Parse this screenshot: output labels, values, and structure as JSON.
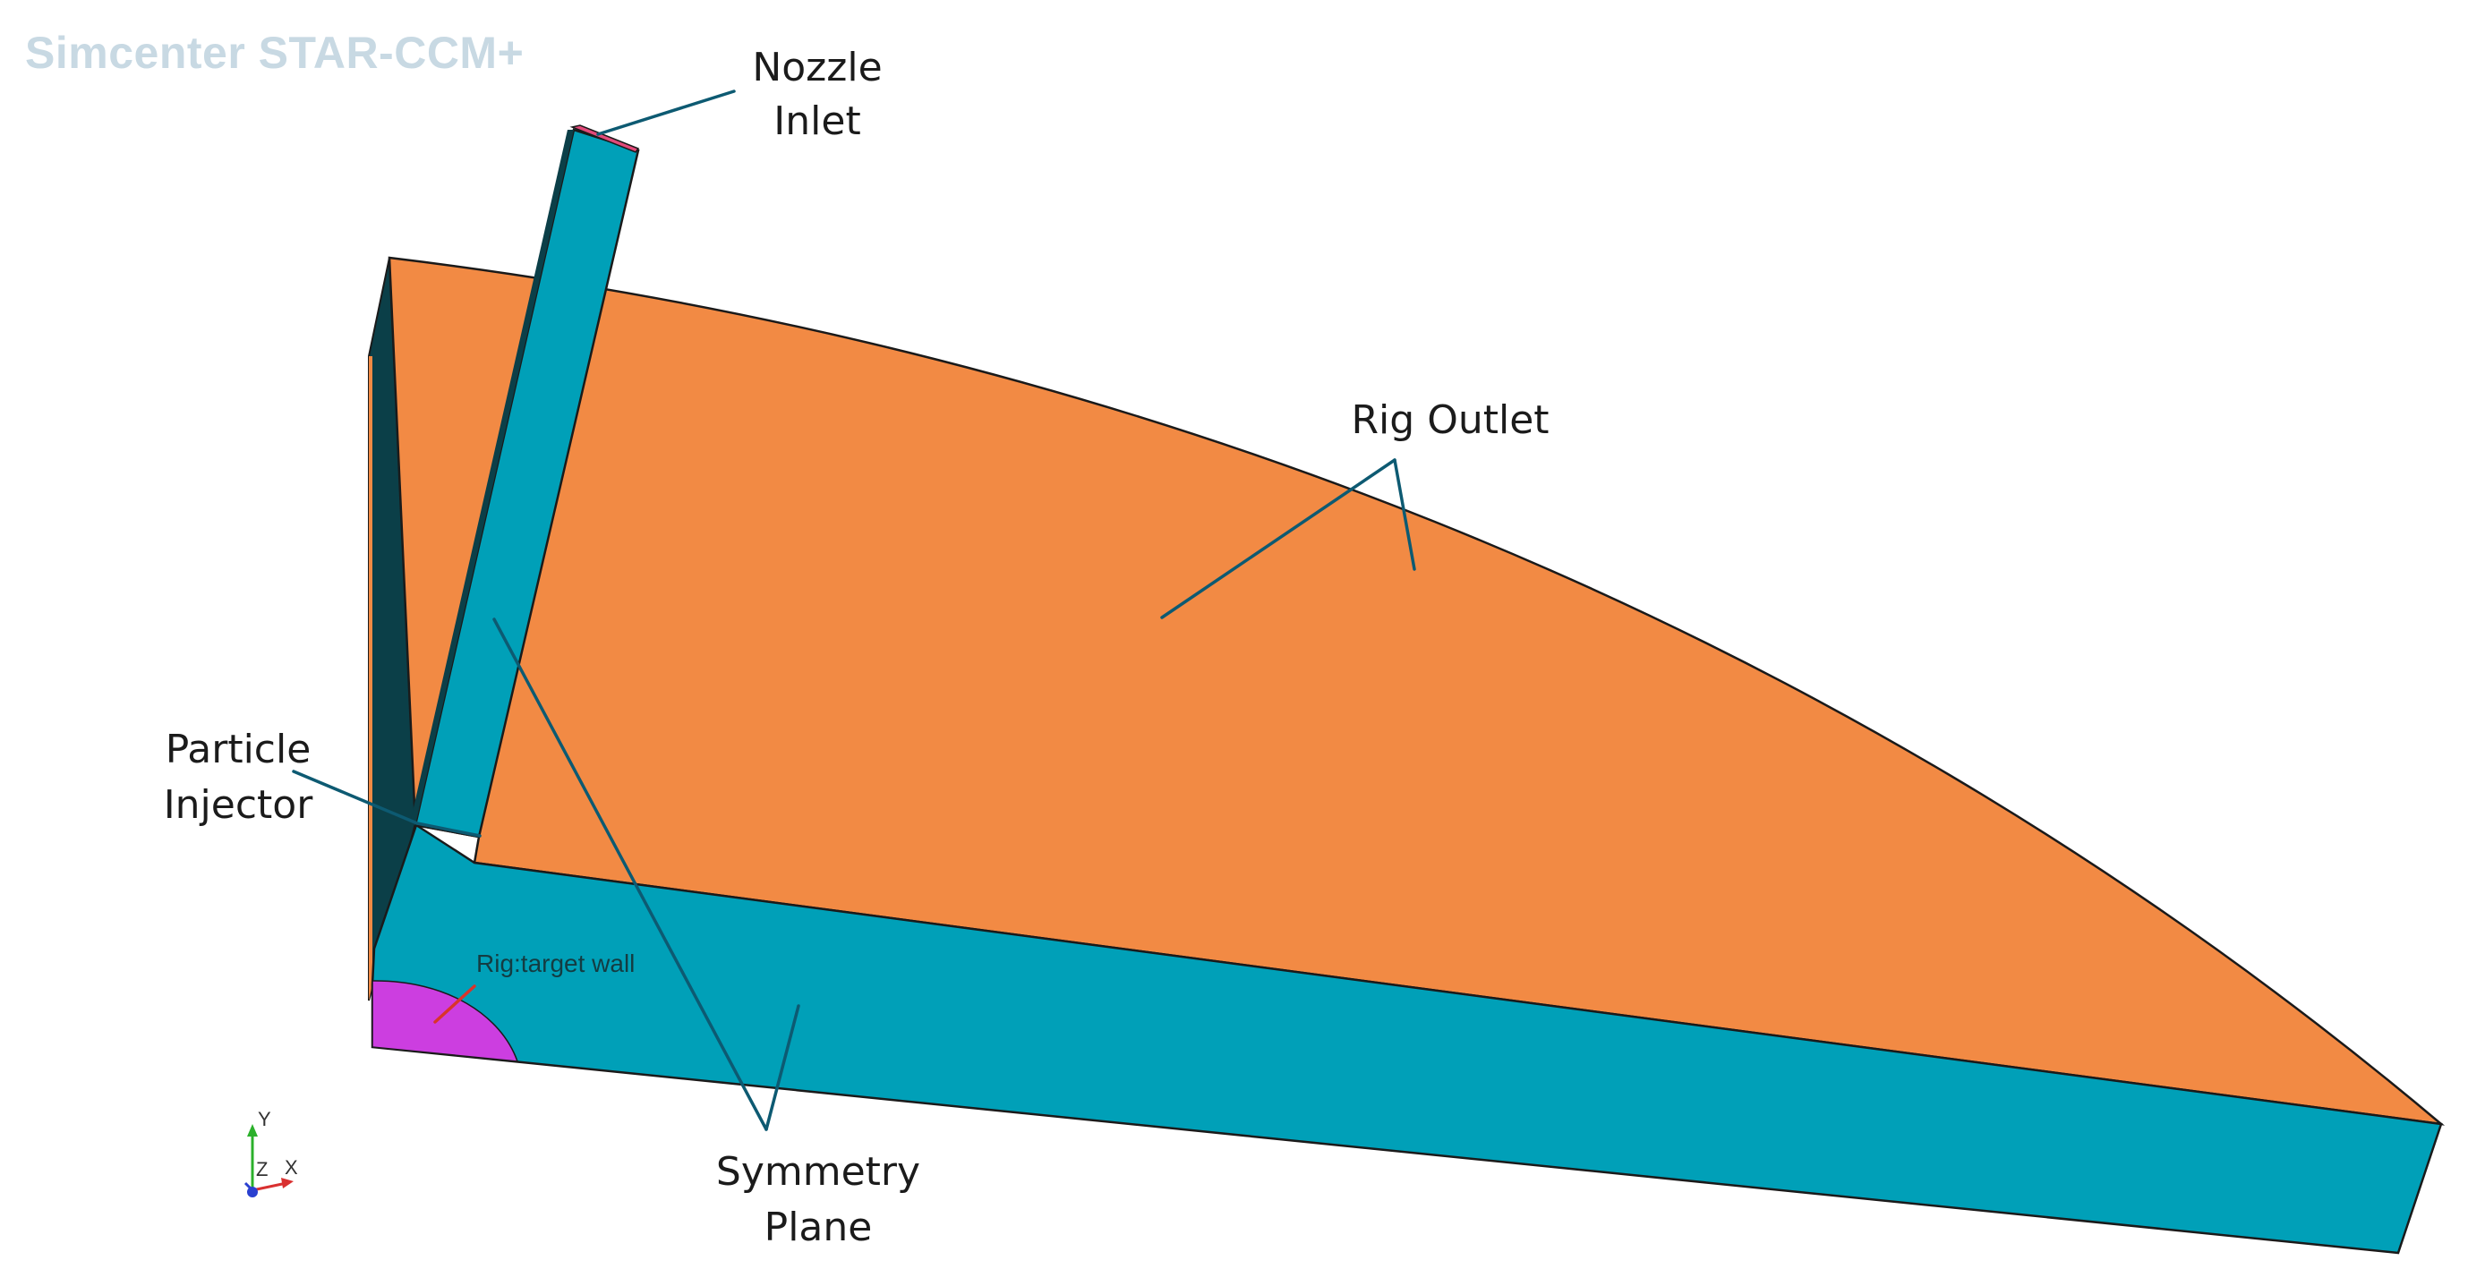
{
  "app": {
    "brand": "Simcenter STAR-CCM+"
  },
  "labels": {
    "nozzle_inlet_line1": "Nozzle",
    "nozzle_inlet_line2": "Inlet",
    "rig_outlet": "Rig Outlet",
    "particle_injector_line1": "Particle",
    "particle_injector_line2": "Injector",
    "rig_target_wall": "Rig:target wall",
    "symmetry_plane_line1": "Symmetry",
    "symmetry_plane_line2": "Plane"
  },
  "axis_triad": {
    "y": "Y",
    "z": "Z",
    "x": "X"
  },
  "colors": {
    "brand_text": "#c8d9e3",
    "outlet_face": "#f28a44",
    "symmetry_face": "#00a0b8",
    "dark_side": "#0b3f48",
    "target_wall": "#cc3ee0",
    "nozzle_inlet": "#e24a7a",
    "leader_line": "#0d5a72",
    "target_leader": "#d9342b",
    "label_text": "#1b1b1b",
    "edge": "#222222",
    "axis_y": "#2bb02b",
    "axis_x": "#d93030",
    "axis_z": "#2a40d0"
  },
  "icons": {
    "axis_triad": "axis-triad-icon"
  }
}
